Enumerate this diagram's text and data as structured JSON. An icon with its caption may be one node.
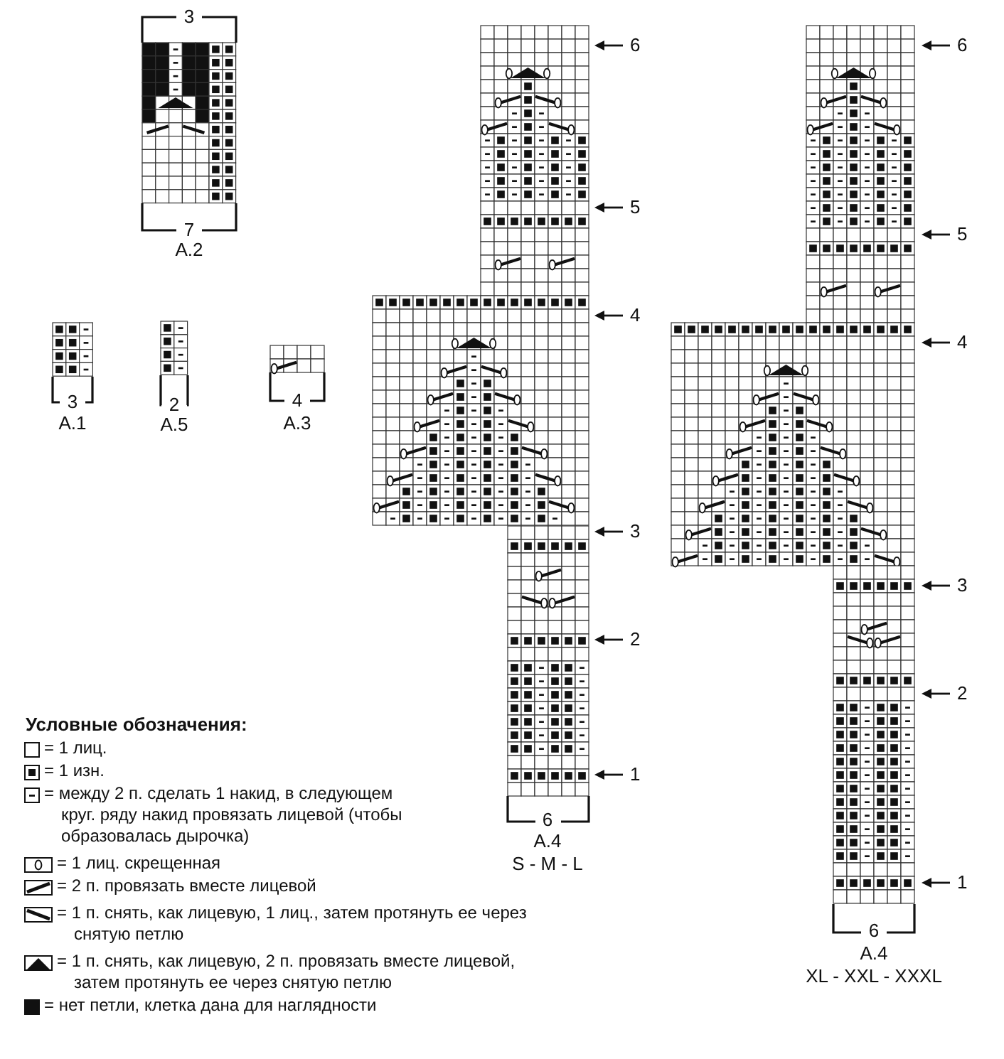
{
  "diagram": {
    "labels": [
      "3",
      "7",
      "A.2",
      "3",
      "A.1",
      "2",
      "A.5",
      "4",
      "A.3",
      "6",
      "5",
      "4",
      "3",
      "2",
      "1",
      "6",
      "A.4",
      "S - M - L",
      "6",
      "5",
      "4",
      "3",
      "2",
      "1",
      "6",
      "A.4",
      "XL - XXL - XXXL",
      "Условные обозначения:"
    ],
    "legend": [
      {
        "text": "= 1 лиц."
      },
      {
        "text": "= 1 изн."
      },
      {
        "text": "= между 2 п. сделать 1 накид, в следующем круг. ряду накид провязать лицевой (чтобы образовалась дырочка)"
      },
      {
        "text": "= 1 лиц. скрещенная"
      },
      {
        "text": "= 2 п. провязать вместе лицевой"
      },
      {
        "text": "= 1 п. снять, как лицевую, 1 лиц., затем протянуть ее через снятую петлю"
      },
      {
        "text": "= 1 п. снять, как лицевую, 2 п. провязать вместе лицевой, затем протянуть ее через снятую петлю"
      },
      {
        "text": "= нет петли, клетка дана для наглядности"
      }
    ]
  }
}
